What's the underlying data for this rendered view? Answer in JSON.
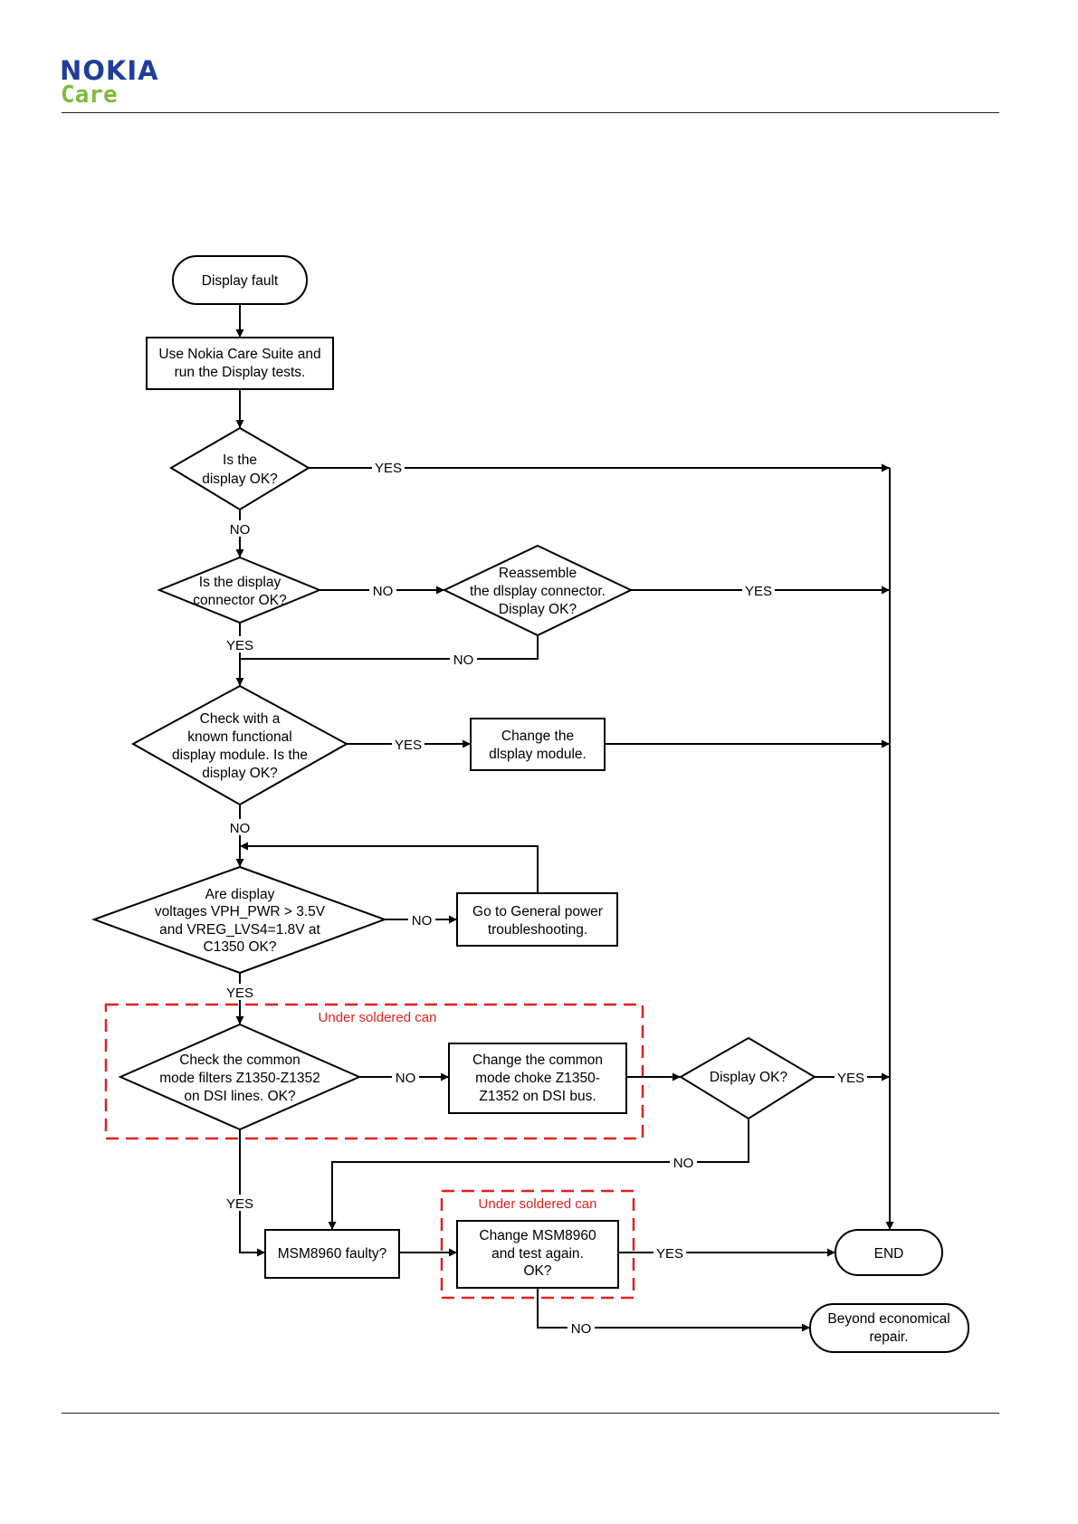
{
  "header": {
    "brand": "NOKIA",
    "sub_brand": "Care",
    "brand_color": "#1d3f9b",
    "sub_brand_color": "#7dbb3a"
  },
  "colors": {
    "line": "#000000",
    "region": "#e02020"
  },
  "regions": {
    "label_1": "Under soldered can",
    "label_2": "Under soldered can"
  },
  "nodes": {
    "display_fault": [
      "Display fault"
    ],
    "run_tests": [
      "Use Nokia Care Suite and",
      "run the Display tests."
    ],
    "display_ok": [
      "Is the",
      "display OK?"
    ],
    "connector_ok": [
      "Is the display",
      "connector OK?"
    ],
    "reassemble": [
      "Reassemble",
      "the dlsplay connector.",
      "Display OK?"
    ],
    "known_module": [
      "Check with a",
      "known functional",
      "display module. Is the",
      "display OK?"
    ],
    "change_module": [
      "Change the",
      "dlsplay module."
    ],
    "voltages": [
      "Are display",
      "voltages VPH_PWR > 3.5V",
      "and VREG_LVS4=1.8V at",
      "C1350 OK?"
    ],
    "general_power": [
      "Go to General power",
      "troubleshooting."
    ],
    "cm_filters": [
      "Check the common",
      "mode filters Z1350-Z1352",
      "on DSI lines. OK?"
    ],
    "change_choke": [
      "Change the common",
      "mode choke Z1350-",
      "Z1352 on DSI bus."
    ],
    "display_ok_2": [
      "Display OK?"
    ],
    "msm_faulty": [
      "MSM8960 faulty?"
    ],
    "change_msm": [
      "Change MSM8960",
      "and test again.",
      "OK?"
    ],
    "end": [
      "END"
    ],
    "beyond": [
      "Beyond economical",
      "repair."
    ]
  },
  "labels": {
    "yes_1": "YES",
    "no_1": "NO",
    "no_2": "NO",
    "yes_2": "YES",
    "yes_3": "YES",
    "no_3": "NO",
    "yes_4": "YES",
    "no_4": "NO",
    "no_5": "NO",
    "yes_5": "YES",
    "no_6": "NO",
    "yes_6": "YES",
    "no_7": "NO",
    "yes_7": "YES",
    "yes_8": "YES",
    "no_8": "NO"
  }
}
